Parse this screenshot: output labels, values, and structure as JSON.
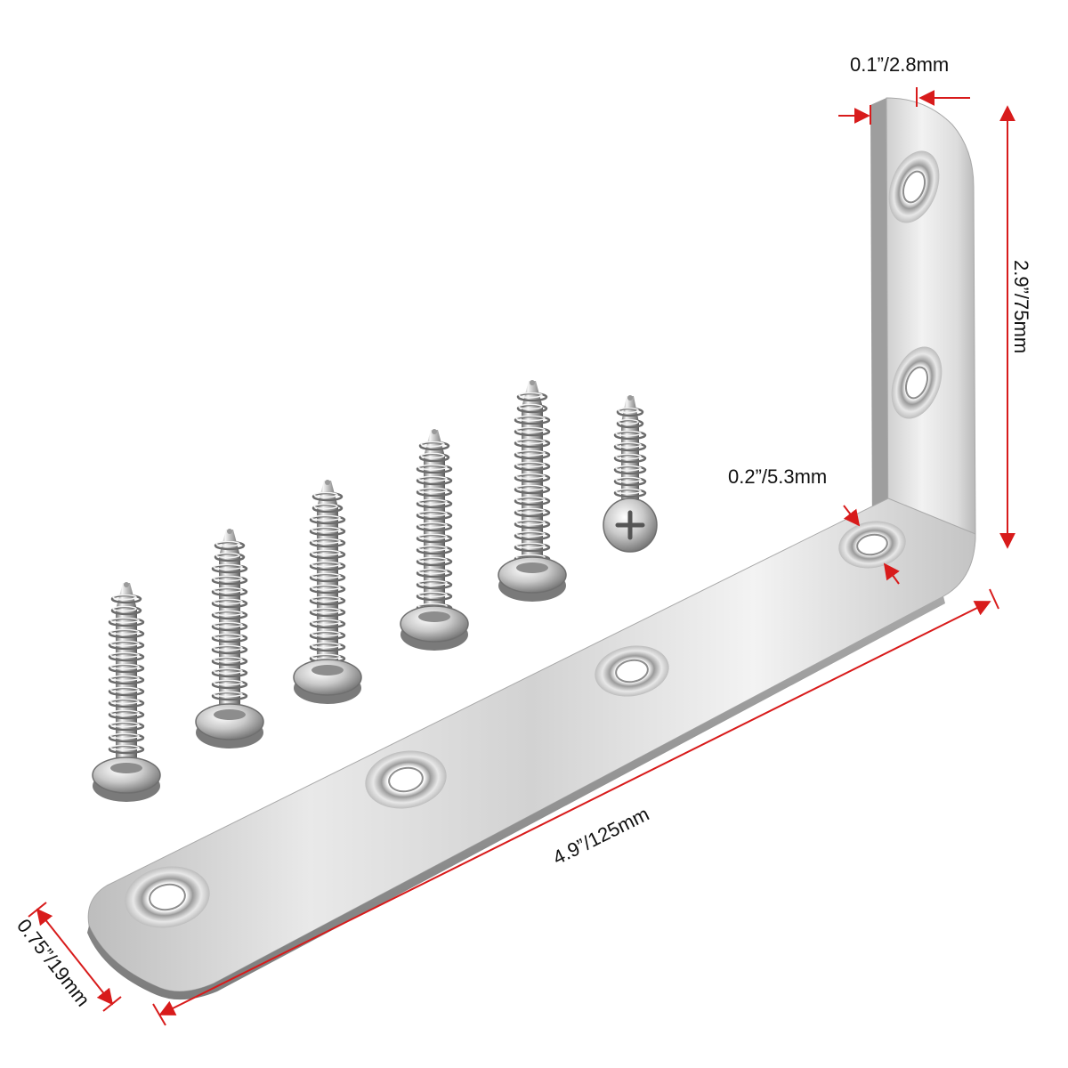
{
  "dimensions": {
    "thickness": "0.1”/2.8mm",
    "vertical_height": "2.9”/75mm",
    "hole_diameter": "0.2”/5.3mm",
    "horizontal_length": "4.9”/125mm",
    "bracket_width": "0.75”/19mm"
  },
  "colors": {
    "dimension_line": "#d81b1b",
    "steel_light": "#f1f1f1",
    "steel_mid": "#cfcfcf",
    "steel_dark": "#9b9b9b",
    "label_text": "#111111"
  },
  "parts": {
    "bracket": "l-bracket-icon",
    "screw_count": 6,
    "screw_icon": "self-tapping-screw-icon"
  }
}
